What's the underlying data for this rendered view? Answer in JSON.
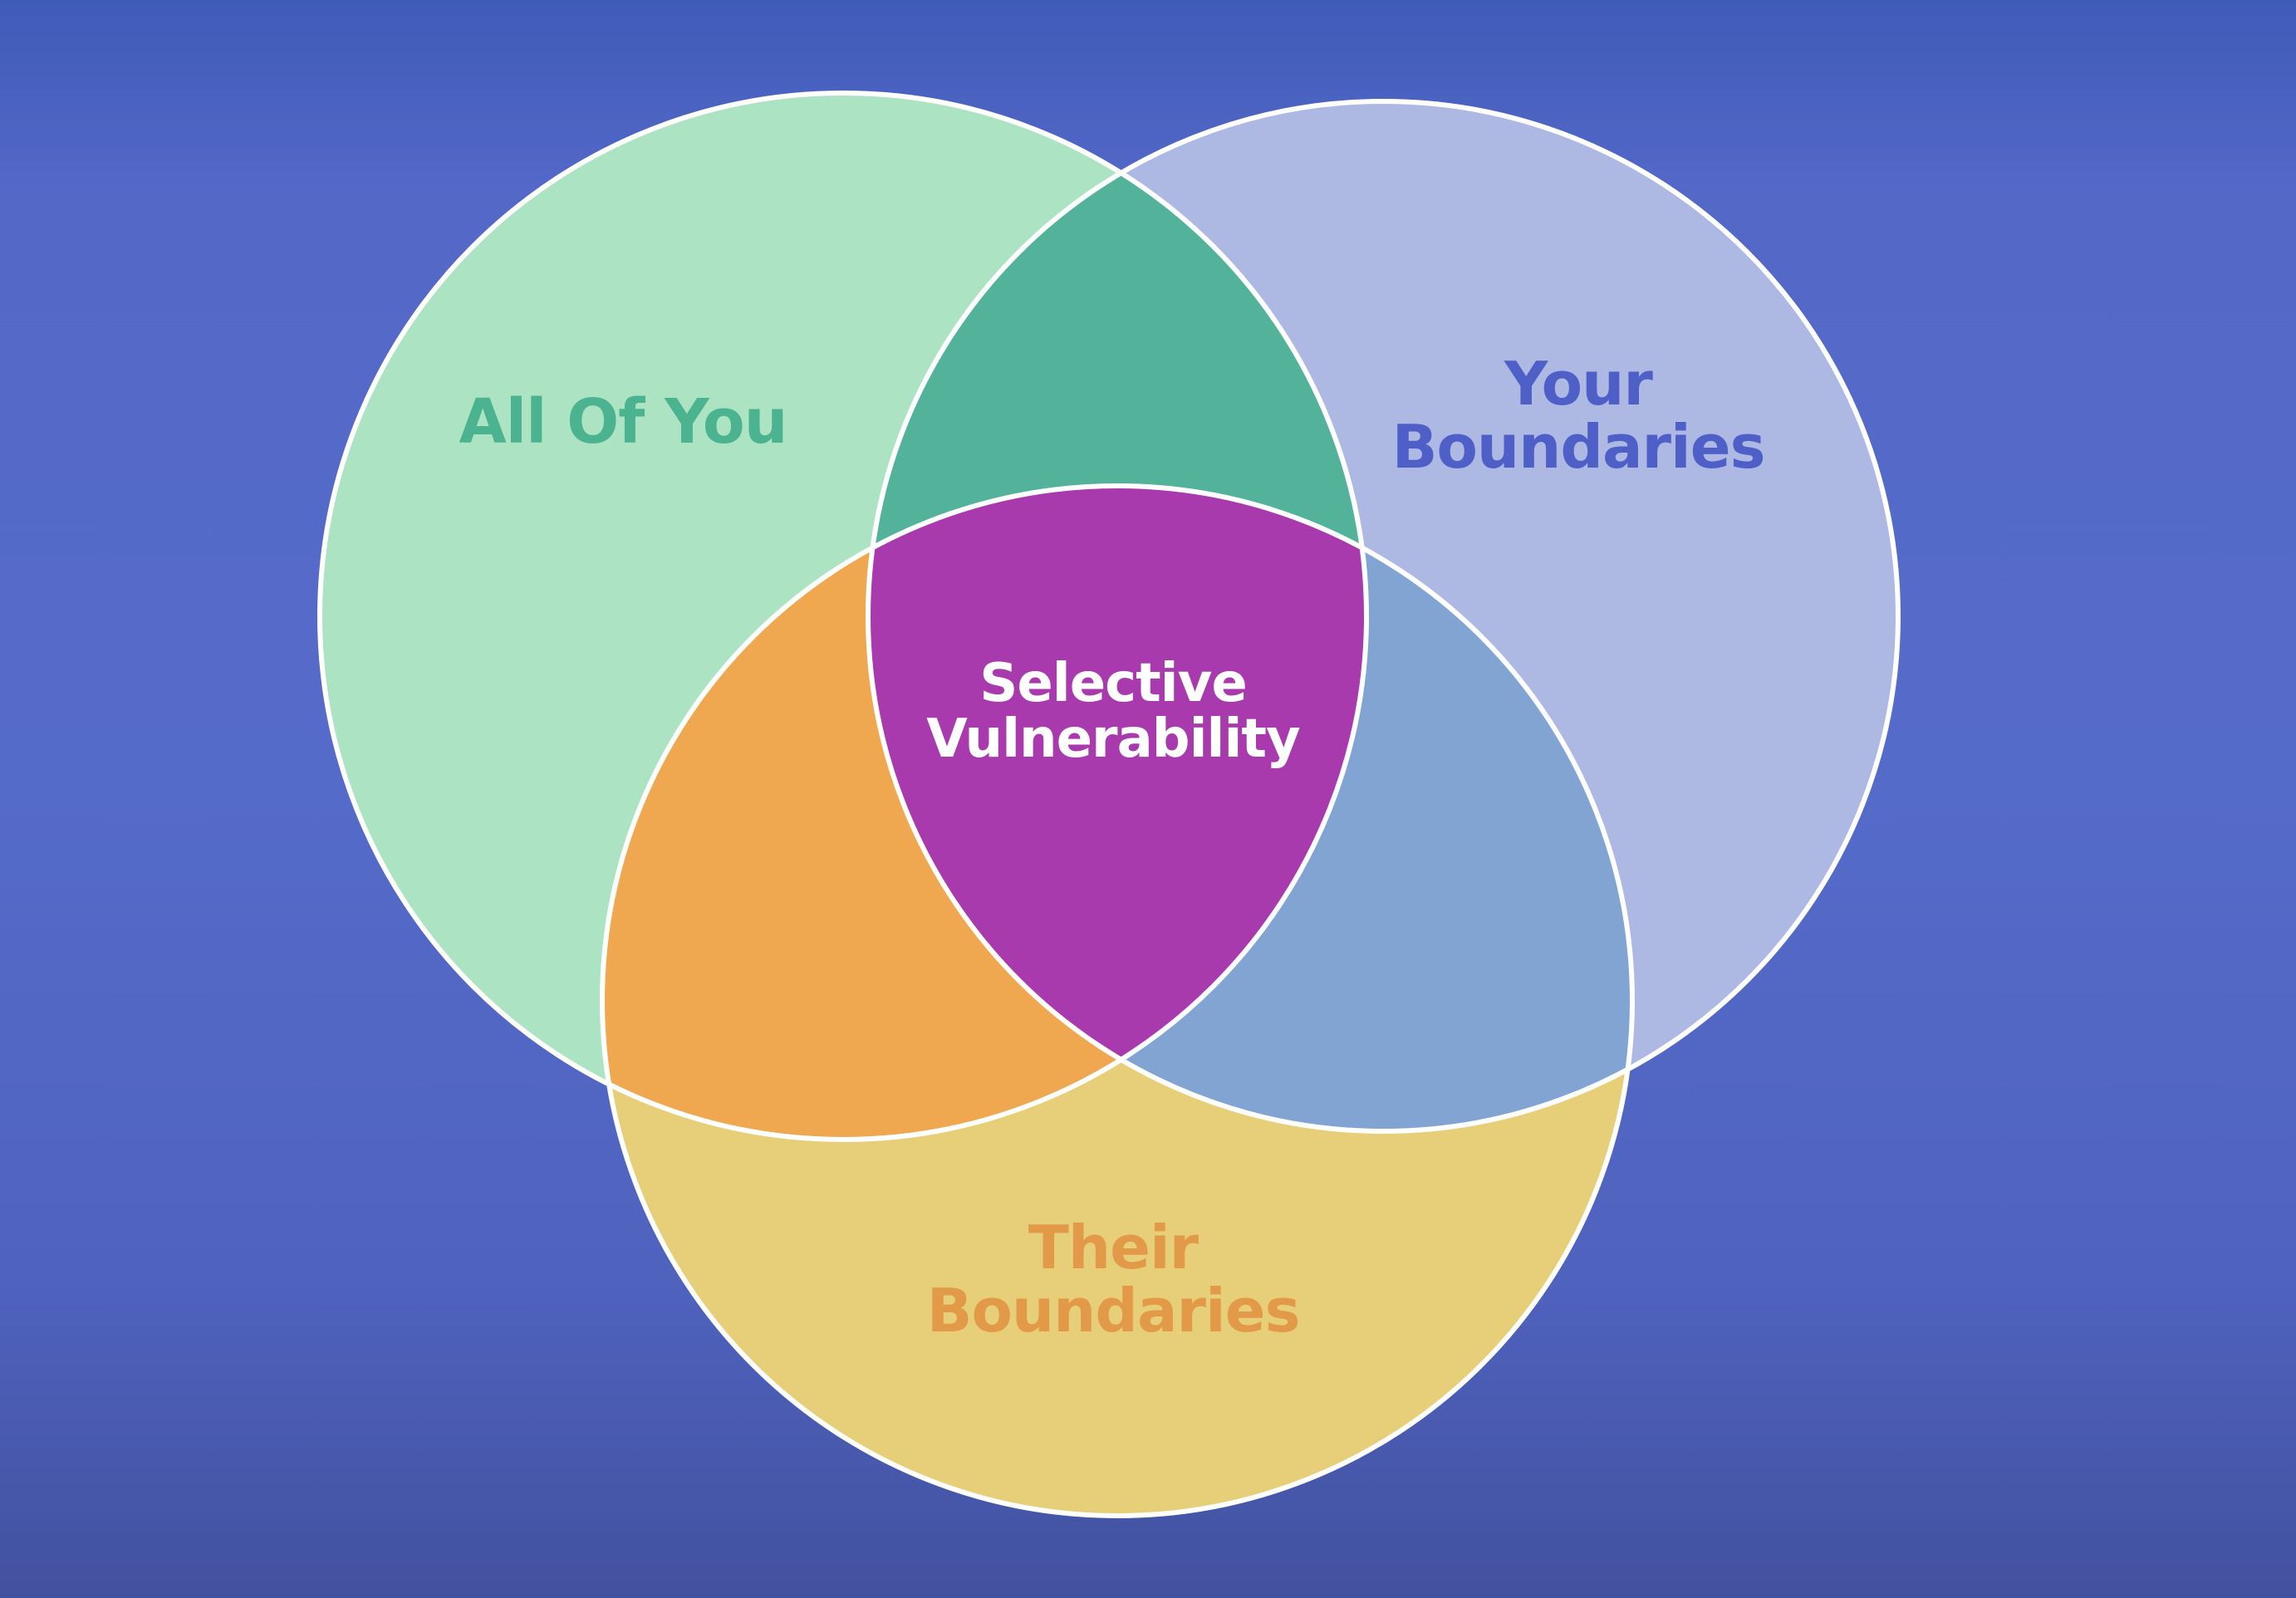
{
  "diagram": {
    "type": "venn",
    "center_label": [
      "Selective",
      "Vulnerability"
    ],
    "sets": [
      {
        "id": "all",
        "label": [
          "All Of You"
        ],
        "fill": "#ace3c2",
        "text_color": "#4bb38f"
      },
      {
        "id": "your",
        "label": [
          "Your",
          "Boundaries"
        ],
        "fill": "#adb8e3",
        "text_color": "#4e5fc7"
      },
      {
        "id": "their",
        "label": [
          "Their",
          "Boundaries"
        ],
        "fill": "#e6cf78",
        "text_color": "#e39a48"
      }
    ],
    "region_colors": {
      "all_your": "#52b39a",
      "all_their": "#efa850",
      "your_their": "#82a4d2",
      "all_your_their": "#a93aae"
    },
    "outline_color": "#ffffff",
    "background": "#556bc9"
  }
}
